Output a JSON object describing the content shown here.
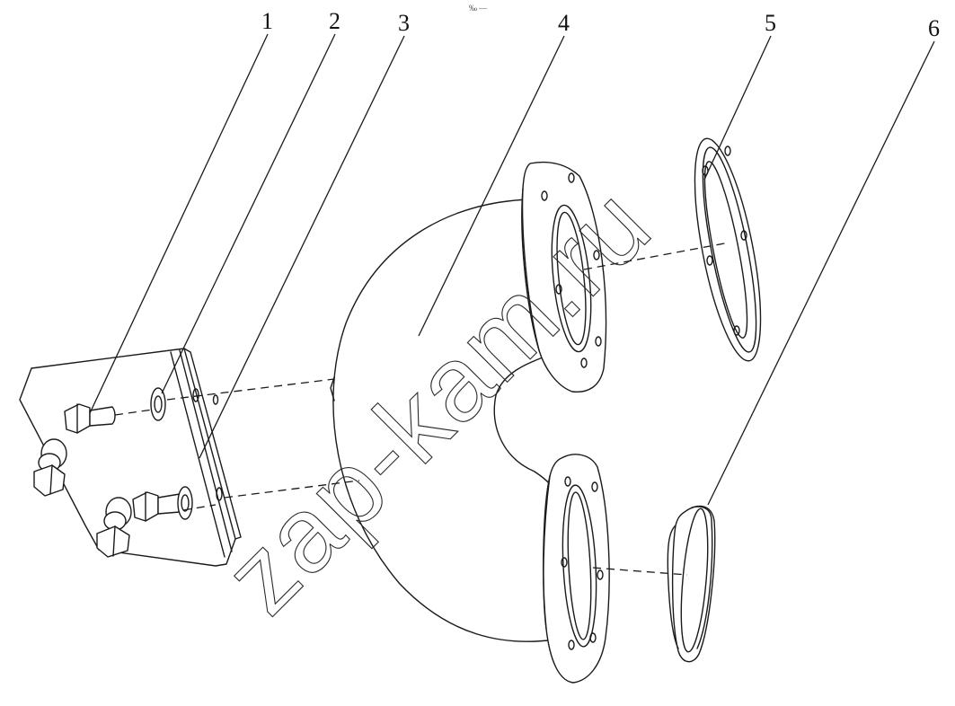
{
  "callouts": [
    "1",
    "2",
    "3",
    "4",
    "5",
    "6"
  ],
  "watermark": "zap-kam.ru",
  "top_mark": "‰ —"
}
